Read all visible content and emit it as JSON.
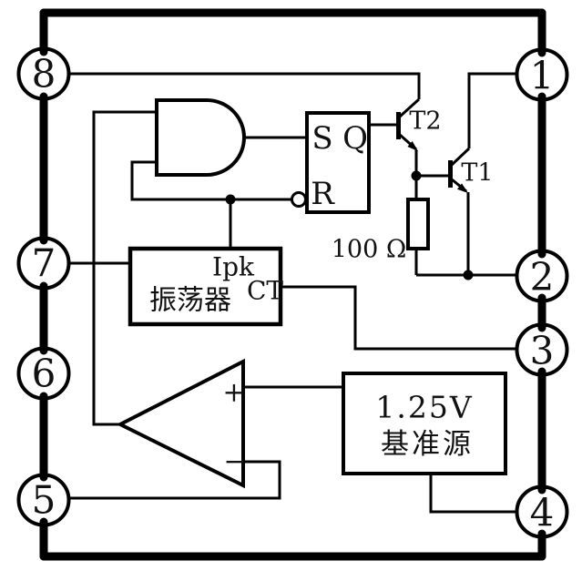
{
  "diagram": {
    "background": "#ffffff",
    "line_color": "#000000",
    "pins": [
      {
        "number": "8",
        "side": "left"
      },
      {
        "number": "7",
        "side": "left"
      },
      {
        "number": "6",
        "side": "left"
      },
      {
        "number": "5",
        "side": "left"
      },
      {
        "number": "1",
        "side": "right"
      },
      {
        "number": "2",
        "side": "right"
      },
      {
        "number": "3",
        "side": "right"
      },
      {
        "number": "4",
        "side": "right"
      }
    ],
    "oscillator": {
      "name": "振荡器",
      "peak_current_label": "Ipk",
      "timing_cap_label": "CT"
    },
    "flip_flop": {
      "set_label": "S",
      "output_label": "Q",
      "reset_label": "R"
    },
    "comparator": {
      "noninverting_label": "+",
      "inverting_label": "−"
    },
    "reference": {
      "voltage": "1.25V",
      "name": "基准源"
    },
    "resistor": {
      "value": "100 Ω"
    },
    "transistors": {
      "driver": "T2",
      "switch": "T1"
    }
  }
}
